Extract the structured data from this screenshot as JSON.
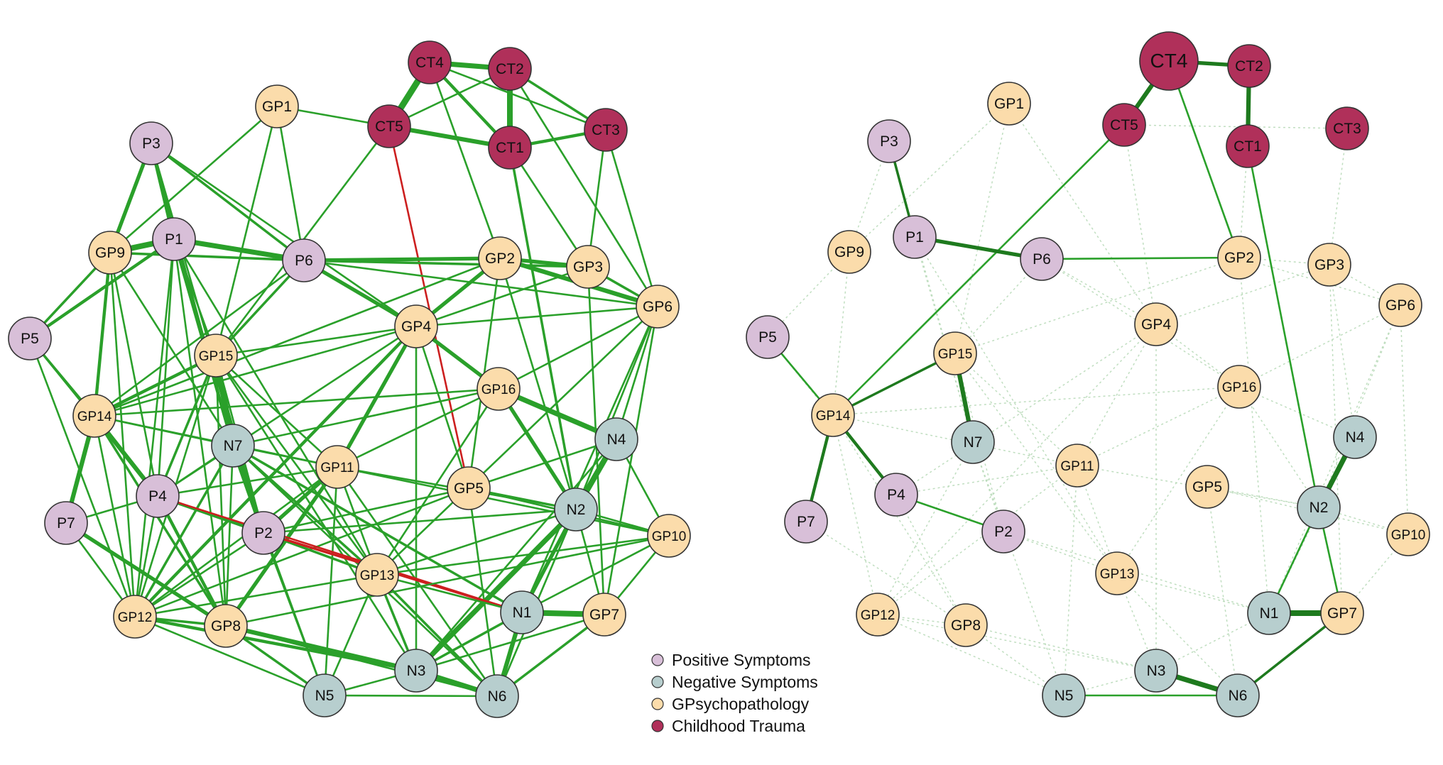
{
  "colors": {
    "positive": "#d8bfd8",
    "negative": "#b7cece",
    "gp": "#fbdcab",
    "trauma": "#b0305a",
    "edge_pos": "#2aa02a",
    "edge_neg": "#cc1f1f",
    "edge_pos_dark": "#1e7a1e",
    "edge_faint": "#b9dab9"
  },
  "legend": [
    {
      "label": "Positive Symptoms",
      "group": "positive"
    },
    {
      "label": "Negative Symptoms",
      "group": "negative"
    },
    {
      "label": "GPsychopathology",
      "group": "gp"
    },
    {
      "label": "Childhood Trauma",
      "group": "trauma"
    }
  ],
  "nodes": [
    {
      "id": "CT4",
      "group": "trauma"
    },
    {
      "id": "CT2",
      "group": "trauma"
    },
    {
      "id": "CT5",
      "group": "trauma"
    },
    {
      "id": "CT1",
      "group": "trauma"
    },
    {
      "id": "CT3",
      "group": "trauma"
    },
    {
      "id": "GP1",
      "group": "gp"
    },
    {
      "id": "P3",
      "group": "positive"
    },
    {
      "id": "P1",
      "group": "positive"
    },
    {
      "id": "GP9",
      "group": "gp"
    },
    {
      "id": "P6",
      "group": "positive"
    },
    {
      "id": "GP2",
      "group": "gp"
    },
    {
      "id": "GP3",
      "group": "gp"
    },
    {
      "id": "GP6",
      "group": "gp"
    },
    {
      "id": "GP4",
      "group": "gp"
    },
    {
      "id": "P5",
      "group": "positive"
    },
    {
      "id": "GP15",
      "group": "gp"
    },
    {
      "id": "GP16",
      "group": "gp"
    },
    {
      "id": "GP14",
      "group": "gp"
    },
    {
      "id": "N4",
      "group": "negative"
    },
    {
      "id": "N7",
      "group": "negative"
    },
    {
      "id": "GP11",
      "group": "gp"
    },
    {
      "id": "GP5",
      "group": "gp"
    },
    {
      "id": "N2",
      "group": "negative"
    },
    {
      "id": "P4",
      "group": "positive"
    },
    {
      "id": "P7",
      "group": "positive"
    },
    {
      "id": "P2",
      "group": "positive"
    },
    {
      "id": "GP10",
      "group": "gp"
    },
    {
      "id": "GP13",
      "group": "gp"
    },
    {
      "id": "N1",
      "group": "negative"
    },
    {
      "id": "GP7",
      "group": "gp"
    },
    {
      "id": "GP12",
      "group": "gp"
    },
    {
      "id": "GP8",
      "group": "gp"
    },
    {
      "id": "N3",
      "group": "negative"
    },
    {
      "id": "N5",
      "group": "negative"
    },
    {
      "id": "N6",
      "group": "negative"
    }
  ]
}
